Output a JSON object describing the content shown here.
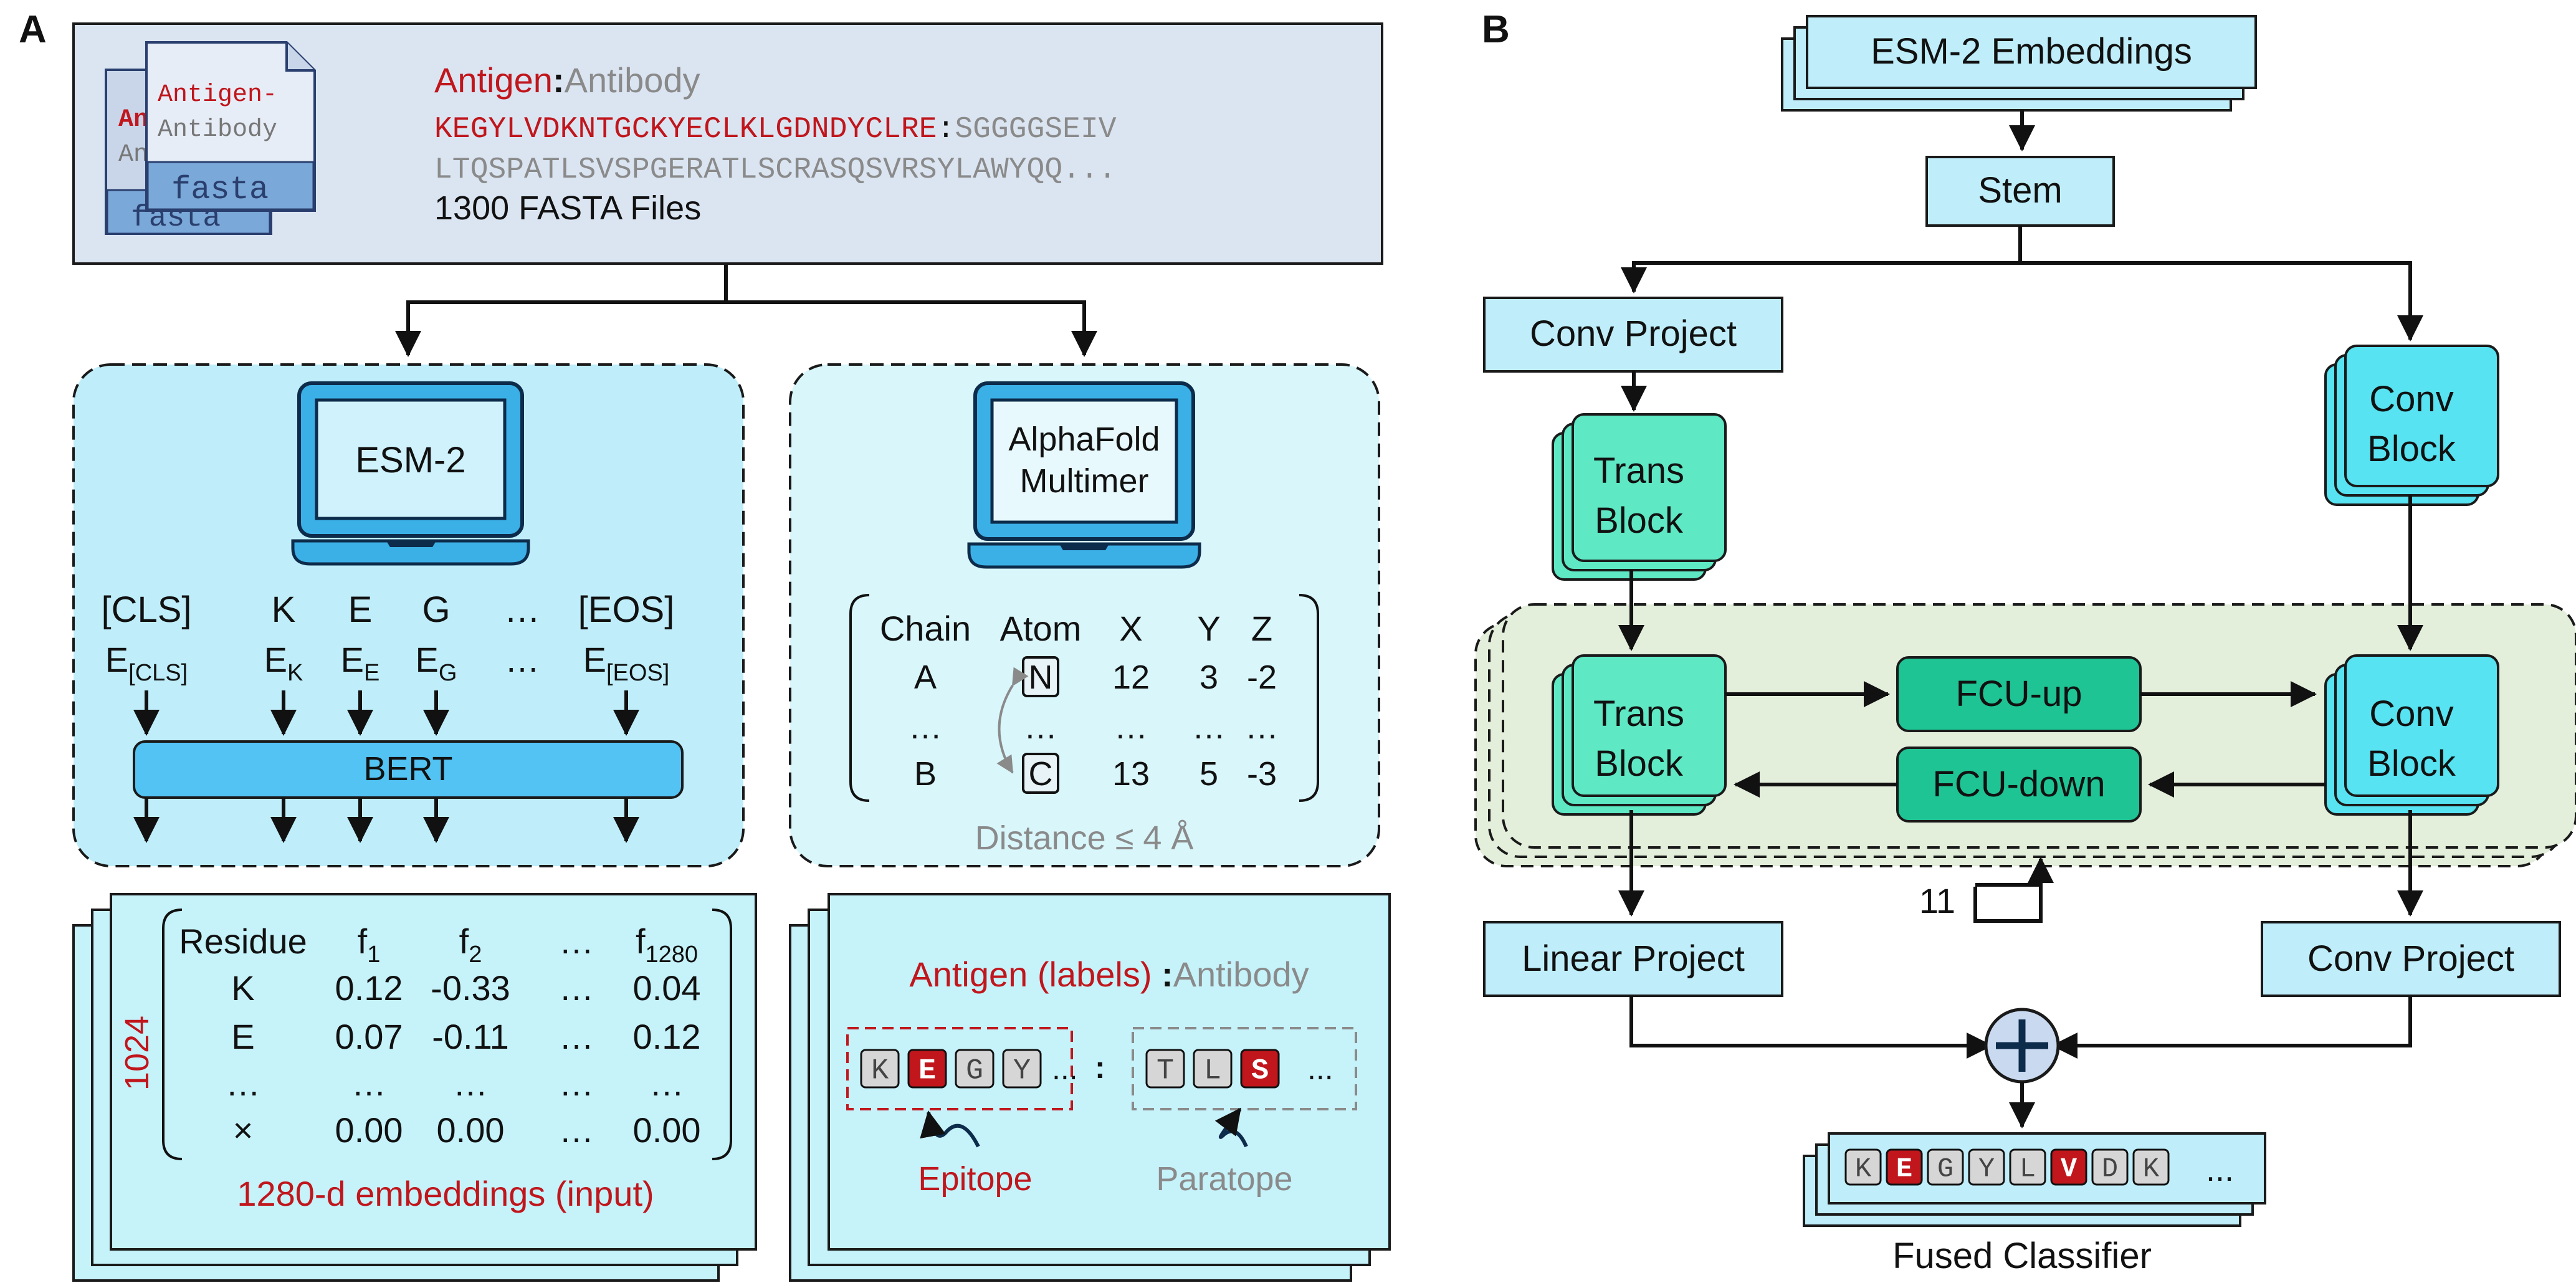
{
  "colors": {
    "pale_blue": "#dbe5f2",
    "light_cyan": "#bfeefa",
    "panel_cyan": "#d9f6fb",
    "card_cyan": "#c6f2fa",
    "laptop_blue": "#3bb0e6",
    "bert_blue": "#52c3f3",
    "trans_green": "#5ee8c4",
    "fcu_green": "#1ec494",
    "conv_cyan": "#57e3f1",
    "fusion_bg": "#e3eedb",
    "red": "#c0161c",
    "grey": "#8a8a8a"
  },
  "panel_a": {
    "letter": "A",
    "fasta": {
      "icon_back": "fasta",
      "icon_front_line1": "Antigen-",
      "icon_front_line2": "Antibody",
      "icon_front_ext": "fasta",
      "icon_back_frag1": "An",
      "icon_back_frag2": "An",
      "heading_antigen": "Antigen",
      "heading_sep": ":",
      "heading_antibody": "Antibody",
      "seq_antigen": "KEGYLVDKNTGCKYECLKLGDNDYCLRE",
      "seq_sep": ":",
      "seq_antibody_1": "SGGGGSEIV",
      "seq_antibody_2": "LTQSPATLSVSPGERATLSCRASQSVRSYLAWYQQ...",
      "file_count": "1300 FASTA Files"
    },
    "esm": {
      "model": "ESM-2",
      "tokens": [
        "[CLS]",
        "K",
        "E",
        "G",
        "…",
        "[EOS]"
      ],
      "emb_base": "E",
      "emb_subs": [
        "[CLS]",
        "K",
        "E",
        "G",
        "",
        "[EOS]"
      ],
      "ellipsis": "…",
      "bert": "BERT"
    },
    "alphafold": {
      "model_line1": "AlphaFold",
      "model_line2": "Multimer",
      "columns": [
        "Chain",
        "Atom",
        "X",
        "Y",
        "Z"
      ],
      "rows": [
        [
          "A",
          "N",
          "12",
          "3",
          "-2"
        ],
        [
          "…",
          "…",
          "…",
          "…",
          "…"
        ],
        [
          "B",
          "C",
          "13",
          "5",
          "-3"
        ]
      ],
      "distance": "Distance ≤ 4 Å"
    },
    "embedding_table": {
      "side_label": "1024",
      "header_residue": "Residue",
      "header_base": "f",
      "header_subs": [
        "1",
        "2",
        "",
        "1280"
      ],
      "header_ellipsis": "…",
      "rows": [
        [
          "K",
          "0.12",
          "-0.33",
          "…",
          "0.04"
        ],
        [
          "E",
          "0.07",
          "-0.11",
          "…",
          "0.12"
        ],
        [
          "…",
          "…",
          "…",
          "…",
          "…"
        ],
        [
          "×",
          "0.00",
          "0.00",
          "…",
          "0.00"
        ]
      ],
      "caption": "1280-d embeddings (input)"
    },
    "labels_card": {
      "title_antigen": "Antigen (labels)",
      "title_sep": ":",
      "title_antibody": "Antibody",
      "epitope_residues": [
        "K",
        "E",
        "G",
        "Y"
      ],
      "epitope_highlight": [
        false,
        true,
        false,
        false
      ],
      "dots": "...",
      "sep": ":",
      "paratope_residues": [
        "T",
        "L",
        "S"
      ],
      "paratope_highlight": [
        false,
        false,
        true
      ],
      "epitope_label": "Epitope",
      "paratope_label": "Paratope"
    }
  },
  "panel_b": {
    "letter": "B",
    "embeddings": "ESM-2 Embeddings",
    "stem": "Stem",
    "conv_project_top": "Conv Project",
    "trans_block_line1": "Trans",
    "trans_block_line2": "Block",
    "conv_block_line1": "Conv",
    "conv_block_line2": "Block",
    "fcu_up": "FCU-up",
    "fcu_down": "FCU-down",
    "repeat_count": "11",
    "linear_project": "Linear Project",
    "conv_project_bottom": "Conv Project",
    "output_residues": [
      "K",
      "E",
      "G",
      "Y",
      "L",
      "V",
      "D",
      "K"
    ],
    "output_highlight": [
      false,
      true,
      false,
      false,
      false,
      true,
      false,
      false
    ],
    "output_dots": "...",
    "classifier": "Fused Classifier"
  }
}
